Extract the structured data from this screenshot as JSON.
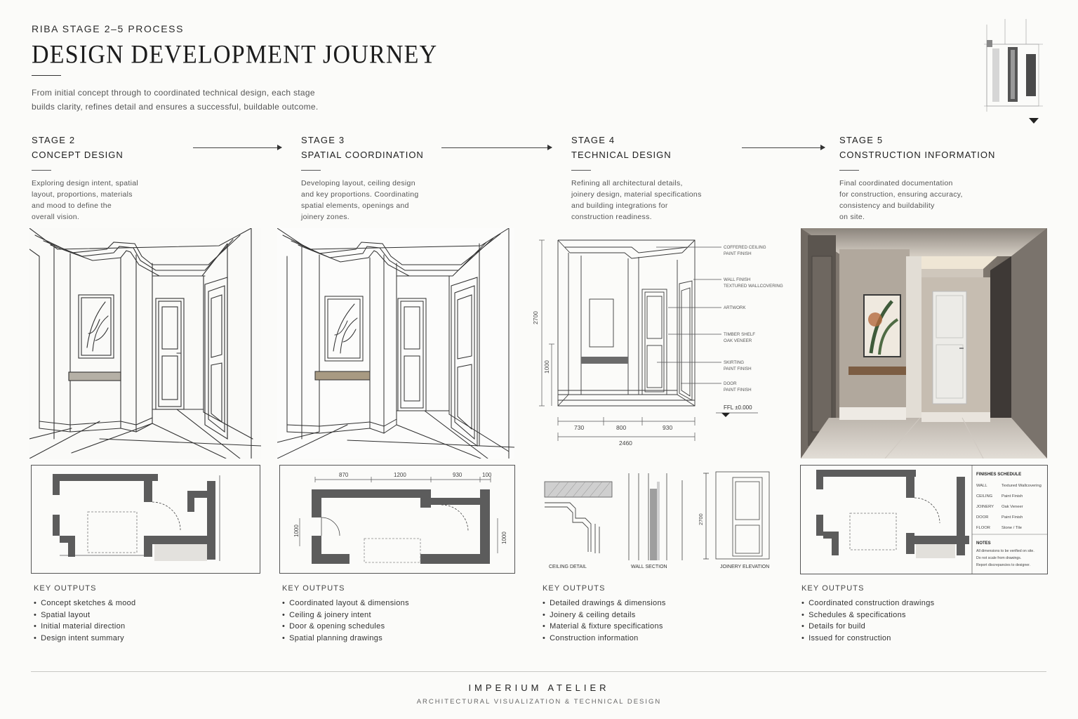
{
  "header": {
    "eyebrow": "RIBA STAGE 2–5 PROCESS",
    "title": "DESIGN DEVELOPMENT JOURNEY",
    "intro_line1": "From initial concept through to coordinated technical design, each stage",
    "intro_line2": "builds clarity, refines detail and ensures a successful, buildable outcome."
  },
  "stages": [
    {
      "number": "STAGE 2",
      "name": "CONCEPT DESIGN",
      "desc": [
        "Exploring design intent, spatial",
        "layout, proportions, materials",
        "and mood to define the",
        "overall vision."
      ],
      "outputs_title": "KEY OUTPUTS",
      "outputs": [
        "Concept sketches & mood",
        "Spatial layout",
        "Initial material direction",
        "Design intent summary"
      ]
    },
    {
      "number": "STAGE 3",
      "name": "SPATIAL COORDINATION",
      "desc": [
        "Developing layout, ceiling design",
        "and key proportions. Coordinating",
        "spatial elements, openings and",
        "joinery zones."
      ],
      "outputs_title": "KEY OUTPUTS",
      "outputs": [
        "Coordinated layout & dimensions",
        "Ceiling & joinery intent",
        "Door & opening schedules",
        "Spatial planning drawings"
      ]
    },
    {
      "number": "STAGE 4",
      "name": "TECHNICAL DESIGN",
      "desc": [
        "Refining all architectural details,",
        "joinery design, material specifications",
        "and building integrations for",
        "construction readiness."
      ],
      "outputs_title": "KEY OUTPUTS",
      "outputs": [
        "Detailed drawings & dimensions",
        "Joinery & ceiling details",
        "Material & fixture specifications",
        "Construction information"
      ]
    },
    {
      "number": "STAGE 5",
      "name": "CONSTRUCTION INFORMATION",
      "desc": [
        "Final coordinated documentation",
        "for construction, ensuring accuracy,",
        "consistency and buildability",
        "on site."
      ],
      "outputs_title": "KEY OUTPUTS",
      "outputs": [
        "Coordinated construction drawings",
        "Schedules & specifications",
        "Details for build",
        "Issued for construction"
      ]
    }
  ],
  "stage3_plan": {
    "dims_top": [
      "870",
      "1200",
      "930",
      "100"
    ],
    "dim_left": "1000",
    "dim_right": "1000"
  },
  "stage4_elevation": {
    "dim_height": "2700",
    "dim_sill": "1000",
    "dims_bottom": [
      "730",
      "800",
      "930"
    ],
    "dim_total": "2460",
    "level": "FFL ±0.000",
    "annotations": [
      [
        "COFFERED CEILING",
        "PAINT FINISH"
      ],
      [
        "WALL FINISH",
        "TEXTURED WALLCOVERING"
      ],
      [
        "ARTWORK"
      ],
      [
        "TIMBER SHELF",
        "OAK VENEER"
      ],
      [
        "SKIRTING",
        "PAINT FINISH"
      ],
      [
        "DOOR",
        "PAINT FINISH"
      ]
    ],
    "details": {
      "ceiling": "CEILING DETAIL",
      "wall": "WALL SECTION",
      "joinery": "JOINERY ELEVATION",
      "joinery_dim": "2700"
    }
  },
  "stage5_schedule": {
    "title": "FINISHES SCHEDULE",
    "rows": [
      [
        "WALL",
        "Textured Wallcovering"
      ],
      [
        "CEILING",
        "Paint Finish"
      ],
      [
        "JOINERY",
        "Oak Veneer"
      ],
      [
        "DOOR",
        "Paint Finish"
      ],
      [
        "FLOOR",
        "Stone / Tile"
      ]
    ],
    "notes_title": "NOTES",
    "notes": [
      "All dimensions to be verified on site.",
      "Do not scale from drawings.",
      "Report discrepancies to designer."
    ]
  },
  "footer": {
    "brand": "IMPERIUM ATELIER",
    "tagline": "ARCHITECTURAL VISUALIZATION & TECHNICAL DESIGN"
  }
}
